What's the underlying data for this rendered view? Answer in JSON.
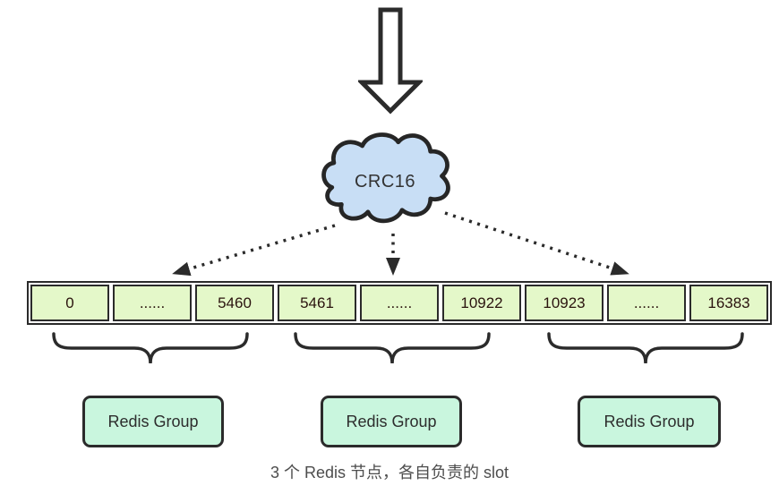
{
  "colors": {
    "stroke": "#2b2b2b",
    "cloud_fill": "#c8def5",
    "slot_cell_fill": "#e4f8c9",
    "group_fill": "#c9f6de",
    "background": "#ffffff"
  },
  "cloud": {
    "label": "CRC16"
  },
  "slot_bar": {
    "cells": [
      "0",
      "......",
      "5460",
      "5461",
      "......",
      "10922",
      "10923",
      "......",
      "16383"
    ]
  },
  "groups": [
    {
      "label": "Redis Group"
    },
    {
      "label": "Redis Group"
    },
    {
      "label": "Redis Group"
    }
  ],
  "caption": "3 个 Redis 节点，各自负责的 slot"
}
